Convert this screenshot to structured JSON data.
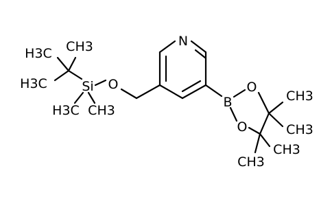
{
  "molecule": {
    "atom_labels": {
      "n": "N",
      "o_ether": "O",
      "si": "Si",
      "b": "B",
      "o_boronate_top": "O",
      "o_boronate_bottom": "O",
      "ch3_tbu_upper_left": "H3C",
      "ch3_tbu_upper_right": "CH3",
      "ch3_tbu_lower_left": "H3C",
      "ch3_si_left": "H3C",
      "ch3_si_right": "CH3",
      "ch3_pin_1": "CH3",
      "ch3_pin_2": "CH3",
      "ch3_pin_3": "CH3",
      "ch3_pin_4": "CH3"
    }
  }
}
